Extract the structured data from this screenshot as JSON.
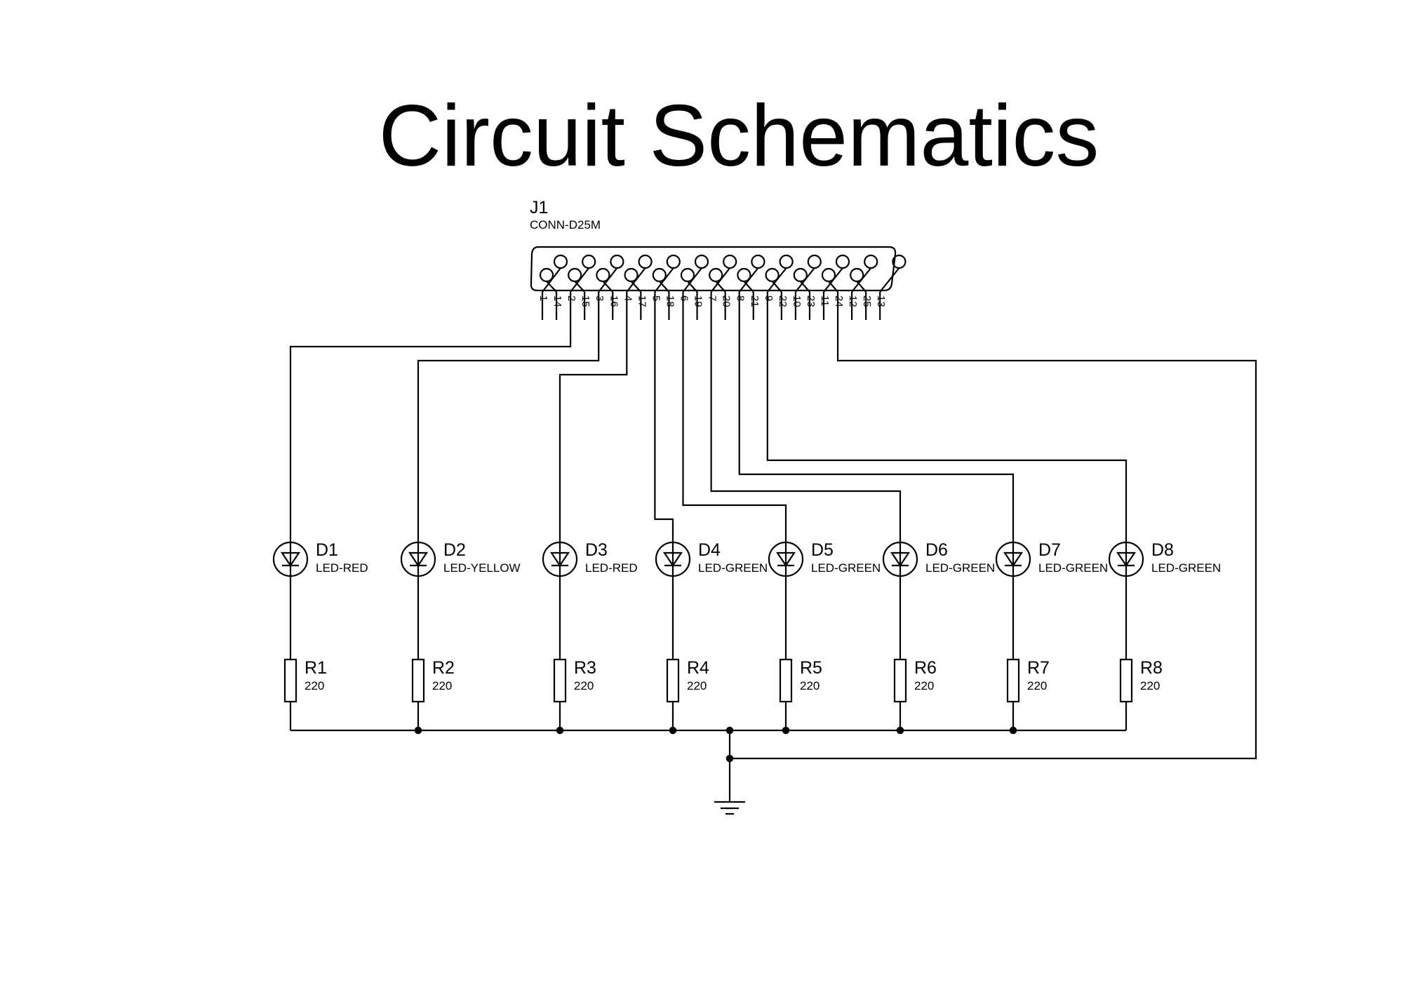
{
  "title": "Circuit Schematics",
  "connector": {
    "ref": "J1",
    "value": "CONN-D25M"
  },
  "connector_pins": {
    "top_row": [
      "1",
      "2",
      "3",
      "4",
      "5",
      "6",
      "7",
      "8",
      "9",
      "10",
      "11",
      "12",
      "13"
    ],
    "bottom_row": [
      "14",
      "15",
      "16",
      "17",
      "18",
      "19",
      "20",
      "21",
      "22",
      "23",
      "24",
      "25"
    ]
  },
  "leds": [
    {
      "ref": "D1",
      "value": "LED-RED",
      "pin": "2"
    },
    {
      "ref": "D2",
      "value": "LED-YELLOW",
      "pin": "3"
    },
    {
      "ref": "D3",
      "value": "LED-RED",
      "pin": "4"
    },
    {
      "ref": "D4",
      "value": "LED-GREEN",
      "pin": "5"
    },
    {
      "ref": "D5",
      "value": "LED-GREEN",
      "pin": "6"
    },
    {
      "ref": "D6",
      "value": "LED-GREEN",
      "pin": "7"
    },
    {
      "ref": "D7",
      "value": "LED-GREEN",
      "pin": "8"
    },
    {
      "ref": "D8",
      "value": "LED-GREEN",
      "pin": "9"
    }
  ],
  "resistors": [
    {
      "ref": "R1",
      "value": "220"
    },
    {
      "ref": "R2",
      "value": "220"
    },
    {
      "ref": "R3",
      "value": "220"
    },
    {
      "ref": "R4",
      "value": "220"
    },
    {
      "ref": "R5",
      "value": "220"
    },
    {
      "ref": "R6",
      "value": "220"
    },
    {
      "ref": "R7",
      "value": "220"
    },
    {
      "ref": "R8",
      "value": "220"
    }
  ],
  "ground_pin": "24",
  "symbols": {
    "ground": "ground-icon"
  }
}
